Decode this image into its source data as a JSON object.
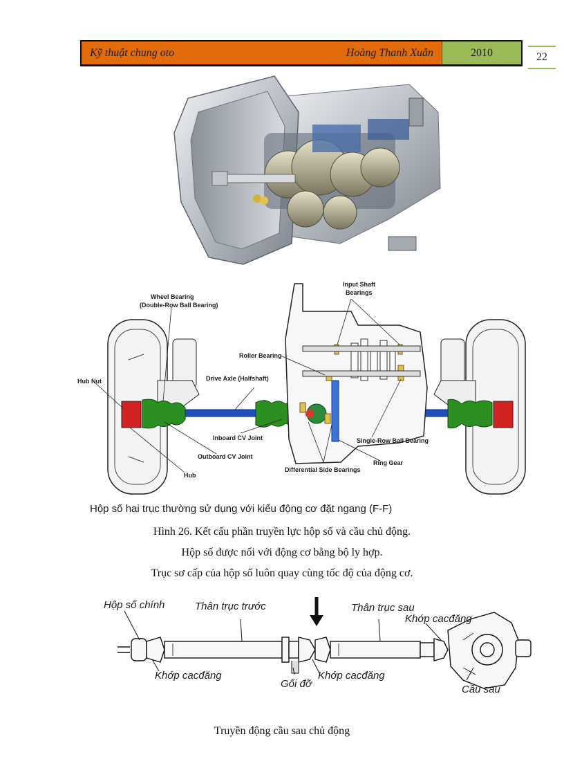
{
  "header": {
    "title": "Kỹ thuật chung oto",
    "author": "Hoàng Thanh Xuân",
    "year": "2010",
    "page_number": "22"
  },
  "figure1": {
    "image": "transmission-cutaway"
  },
  "figure2": {
    "labels": {
      "wheel_bearing": "Wheel Bearing",
      "wheel_bearing_sub": "(Double-Row Ball Bearing)",
      "input_shaft": "Input Shaft",
      "input_shaft_sub": "Bearings",
      "roller_bearing": "Roller Bearing",
      "hub_nut": "Hub Nut",
      "drive_axle": "Drive Axle (Halfshaft)",
      "inboard_cv": "Inboard CV Joint",
      "outboard_cv": "Outboard CV Joint",
      "hub": "Hub",
      "diff_side": "Differential Side Bearings",
      "ring_gear": "Ring Gear",
      "single_row": "Single-Row Ball Bearing"
    },
    "caption": "Hộp số hai trục thường sử dụng với kiểu động cơ đặt ngang (F-F)"
  },
  "text": {
    "line1": "Hình 26. Kết cấu phần truyền lực hộp số và cầu chủ động.",
    "line2": "Hộp số được nối với động cơ bằng bộ ly hợp.",
    "line3": "Trục sơ cấp của hộp số luôn quay cùng tốc độ của động cơ."
  },
  "figure3": {
    "labels": {
      "gearbox": "Hộp số chính",
      "front_shaft": "Thân trục trước",
      "rear_shaft": "Thân trục sau",
      "ujoint_right": "Khớp cacđăng",
      "ujoint_left": "Khớp cacđăng",
      "support": "Gối đỡ",
      "ujoint_mid": "Khớp cacđăng",
      "rear_axle": "Cầu sau"
    },
    "caption": "Truyền động cầu sau chủ động"
  }
}
